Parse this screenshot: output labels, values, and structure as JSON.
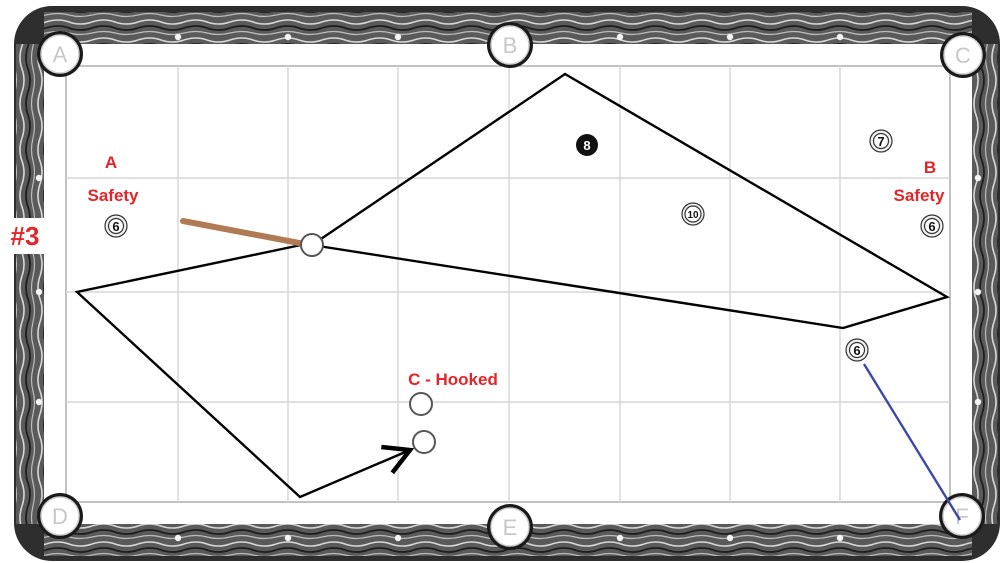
{
  "diagram": {
    "label": "#3",
    "pockets": [
      "A",
      "B",
      "C",
      "D",
      "E",
      "F"
    ],
    "annotations": [
      {
        "id": "a",
        "line1": "A",
        "line2": "Safety"
      },
      {
        "id": "b",
        "line1": "B",
        "line2": "Safety"
      },
      {
        "id": "c",
        "line1": "C - Hooked"
      }
    ],
    "balls": [
      {
        "id": "eight",
        "number": "8",
        "style": "solid-black"
      },
      {
        "id": "seven",
        "number": "7",
        "style": "numbered"
      },
      {
        "id": "ten",
        "number": "10",
        "style": "numbered"
      },
      {
        "id": "six-a",
        "number": "6",
        "style": "numbered"
      },
      {
        "id": "six-b",
        "number": "6",
        "style": "numbered"
      },
      {
        "id": "six-c",
        "number": "6",
        "style": "numbered"
      }
    ],
    "colors": {
      "annotation": "#e0262b",
      "cue_stick": "#b07a52",
      "object_path": "#3c47a8",
      "cue_path": "#000000",
      "rail": "#3a3a3a",
      "grid": "#d6d6d6"
    }
  }
}
